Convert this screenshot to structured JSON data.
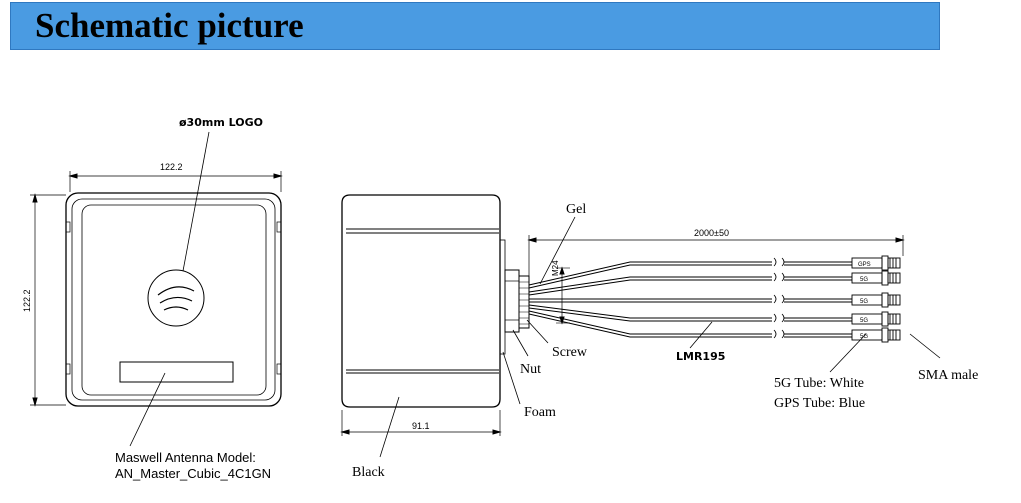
{
  "header": {
    "title": "Schematic picture"
  },
  "front_view": {
    "logo_callout": "ø30mm LOGO",
    "width_dim": "122.2",
    "height_dim": "122.2",
    "model_line1": "Maswell Antenna Model:",
    "model_line2": "AN_Master_Cubic_4C1GN"
  },
  "side_view": {
    "depth_dim": "91.1",
    "gel": "Gel",
    "thread": "M24",
    "screw": "Screw",
    "nut": "Nut",
    "foam": "Foam",
    "black": "Black",
    "cable_length": "2000±50",
    "cable_type": "LMR195",
    "tube_5g": "5G Tube: White",
    "tube_gps": "GPS Tube: Blue",
    "connector": "SMA male",
    "cable_tags": [
      "GPS",
      "5G",
      "5G",
      "5G",
      "5G"
    ]
  }
}
